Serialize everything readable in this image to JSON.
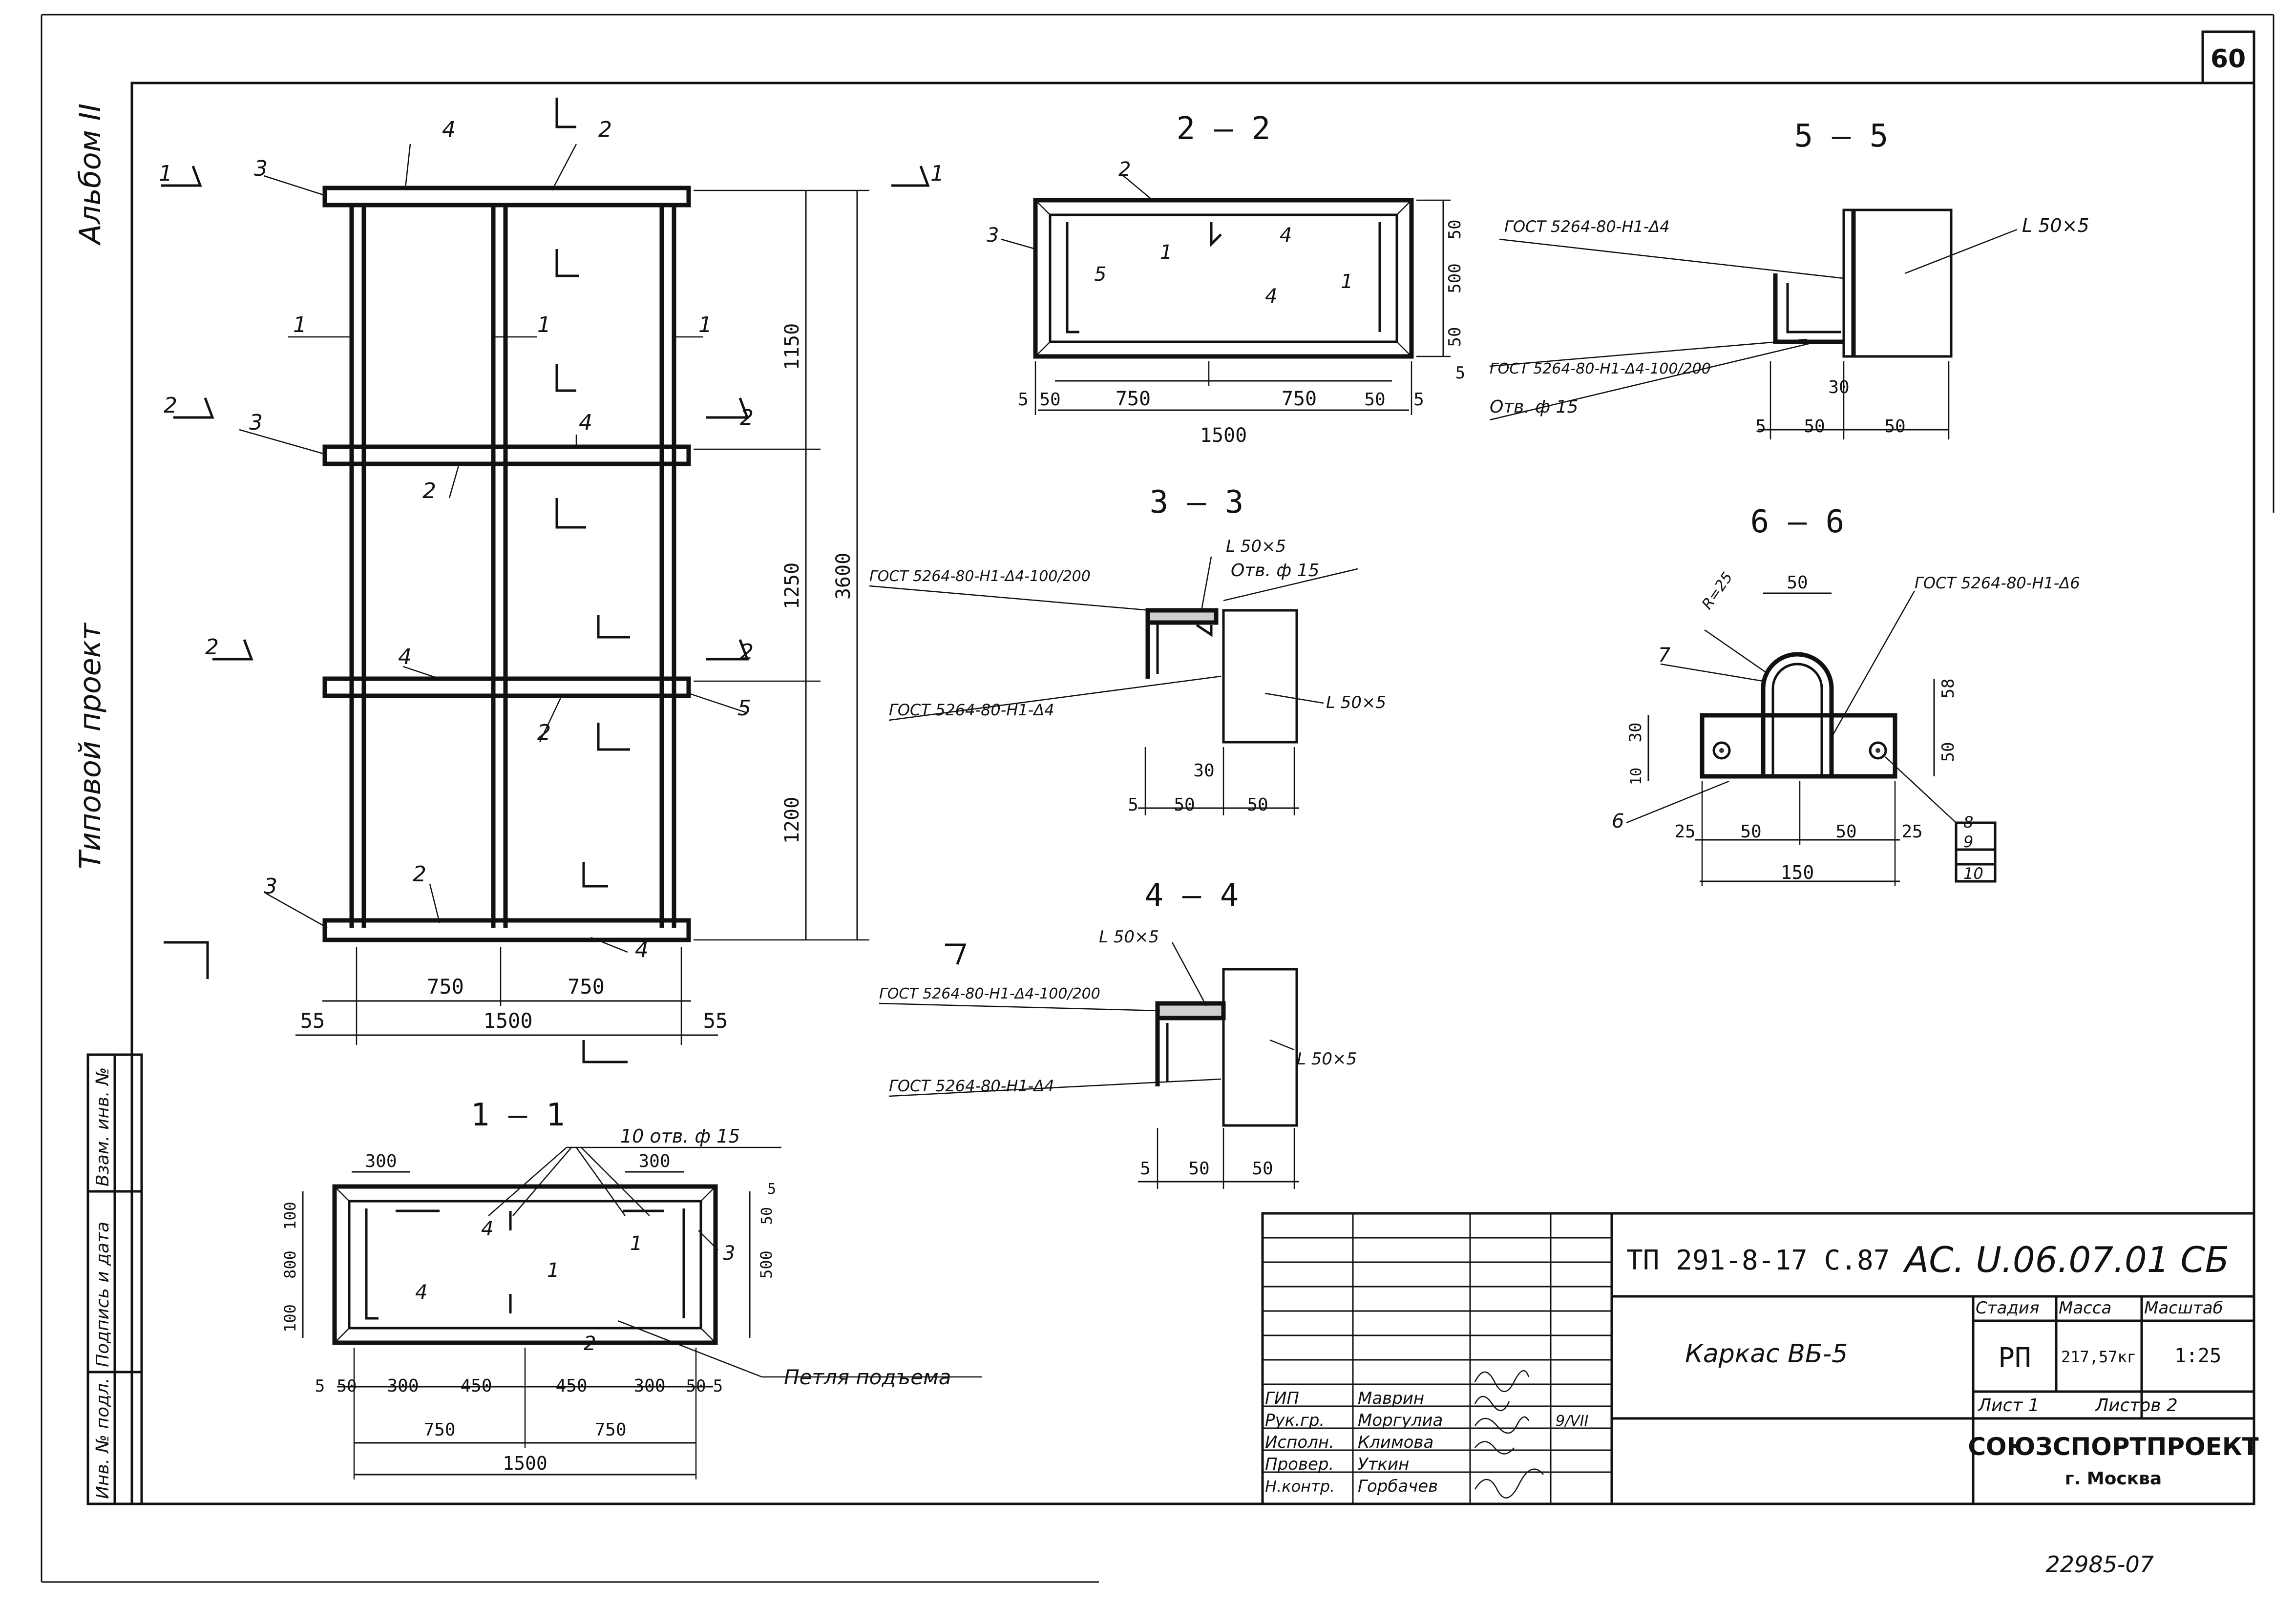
{
  "sheet": {
    "page_number": "60",
    "album": "Альбом II",
    "typical_project": "Типовой проект",
    "archive_number": "22985-07"
  },
  "side_stamp": {
    "col1": "Инв. № подл.",
    "col2": "Подпись и дата",
    "col3": "Взам. инв. №"
  },
  "title_block": {
    "project_code": "ТП 291-8-17 С.87",
    "doc_code": "АС. U.06.07.01 СБ",
    "title": "Каркас ВБ-5",
    "stage_label": "Стадия",
    "mass_label": "Масса",
    "scale_label": "Масштаб",
    "stage_value": "РП",
    "mass_value": "217,57кг",
    "scale_value": "1:25",
    "sheet_label": "Лист 1",
    "sheets_label": "Листов 2",
    "org_name": "СОЮЗСПОРТПРОЕКТ",
    "org_city": "г. Москва",
    "roles": [
      "ГИП",
      "Рук.гр.",
      "Исполн.",
      "Провер.",
      "Н.контр."
    ],
    "names": [
      "Маврин",
      "Моргулиа",
      "Климова",
      "Уткин",
      "Горбачев"
    ],
    "date": "9/VII"
  },
  "sections": {
    "s11": "1 — 1",
    "s22": "2 — 2",
    "s33": "3 — 3",
    "s44": "4 — 4",
    "s55": "5 — 5",
    "s66": "6 — 6"
  },
  "annotations": {
    "L50x5": "L 50×5",
    "gost_d4": "ГОСТ 5264-80-Н1-Δ4",
    "gost_d4_step": "ГОСТ 5264-80-Н1-Δ4-100/200",
    "gost_d6": "ГОСТ 5264-80-Н1-Δ6",
    "hole15": "Отв. ф 15",
    "holes10": "10 отв. ф 15",
    "lifting_loop": "Петля подъема",
    "r25": "R=25"
  },
  "main_view": {
    "dims_h": [
      "750",
      "750",
      "1500",
      "55",
      "55"
    ],
    "dims_v": [
      "1150",
      "1250",
      "1200",
      "3600"
    ]
  },
  "section_22_dims": [
    "5",
    "50",
    "750",
    "750",
    "50",
    "5",
    "1500",
    "50",
    "500",
    "50",
    "5"
  ],
  "section_11_dims": [
    "300",
    "300",
    "5",
    "50",
    "300",
    "450",
    "450",
    "300",
    "50",
    "5",
    "750",
    "750",
    "1500",
    "100",
    "800",
    "100",
    "500",
    "50",
    "5"
  ],
  "section_33_dims": [
    "30",
    "5",
    "50",
    "50"
  ],
  "section_44_dims": [
    "5",
    "50",
    "50"
  ],
  "section_55_dims": [
    "30",
    "5",
    "50",
    "50"
  ],
  "section_66_dims": [
    "50",
    "58",
    "30",
    "10",
    "50",
    "25",
    "50",
    "50",
    "25",
    "150",
    "8",
    "9",
    "10"
  ],
  "part_marks": [
    "1",
    "2",
    "3",
    "4",
    "5",
    "6",
    "7"
  ]
}
